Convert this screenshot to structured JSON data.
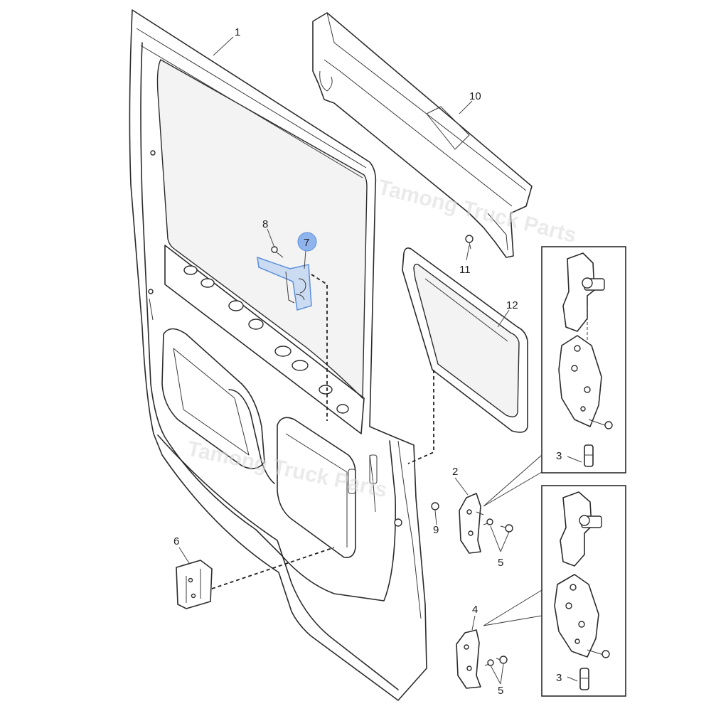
{
  "callouts": {
    "c1": "1",
    "c2": "2",
    "c3a": "3",
    "c3b": "3",
    "c4": "4",
    "c5a": "5",
    "c5b": "5",
    "c6": "6",
    "c7": "7",
    "c8": "8",
    "c9": "9",
    "c10": "10",
    "c11": "11",
    "c12": "12"
  },
  "watermark": {
    "line1": "Tamong Truck Parts",
    "line2": "Tamong Truck Parts"
  },
  "colors": {
    "highlight": "#a9c7f0",
    "badge": "#8fb3ec",
    "line": "#2b2b2b"
  }
}
